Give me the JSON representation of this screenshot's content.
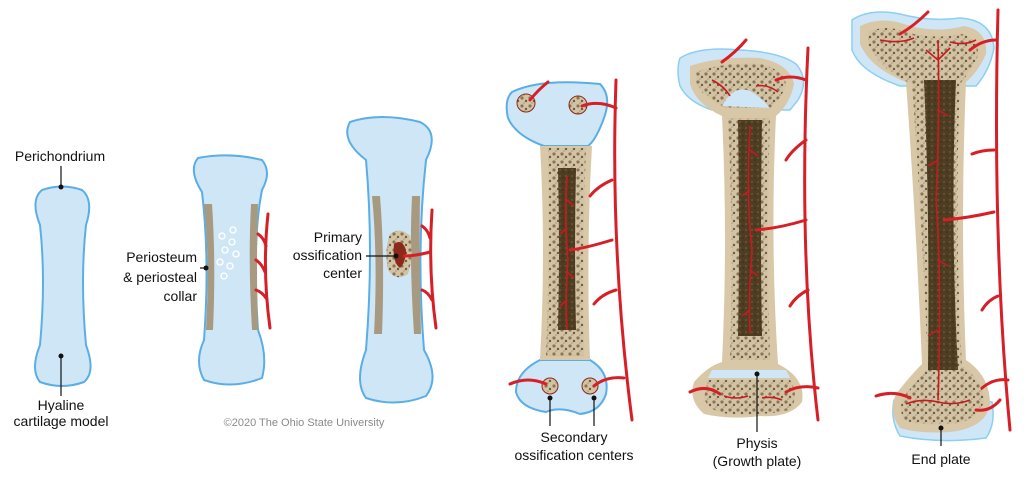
{
  "labels": {
    "perichondrium": "Perichondrium",
    "hyaline_1": "Hyaline",
    "hyaline_2": "cartilage model",
    "periosteum_1": "Periosteum",
    "periosteum_2": "& periosteal",
    "periosteum_3": "collar",
    "primary_1": "Primary",
    "primary_2": "ossification",
    "primary_3": "center",
    "secondary_1": "Secondary",
    "secondary_2": "ossification centers",
    "physis_1": "Physis",
    "physis_2": "(Growth plate)",
    "endplate": "End plate"
  },
  "copyright": "©2020 The Ohio State University",
  "colors": {
    "cartilage_fill": "#cfe6f7",
    "cartilage_edge": "#5aaee6",
    "bone_shell": "#d8c8a8",
    "collar": "#a89a80",
    "marrow": "#4a3a22",
    "spongy": "#cbb89a",
    "vessel": "#d61f26",
    "leader": "#111111"
  }
}
